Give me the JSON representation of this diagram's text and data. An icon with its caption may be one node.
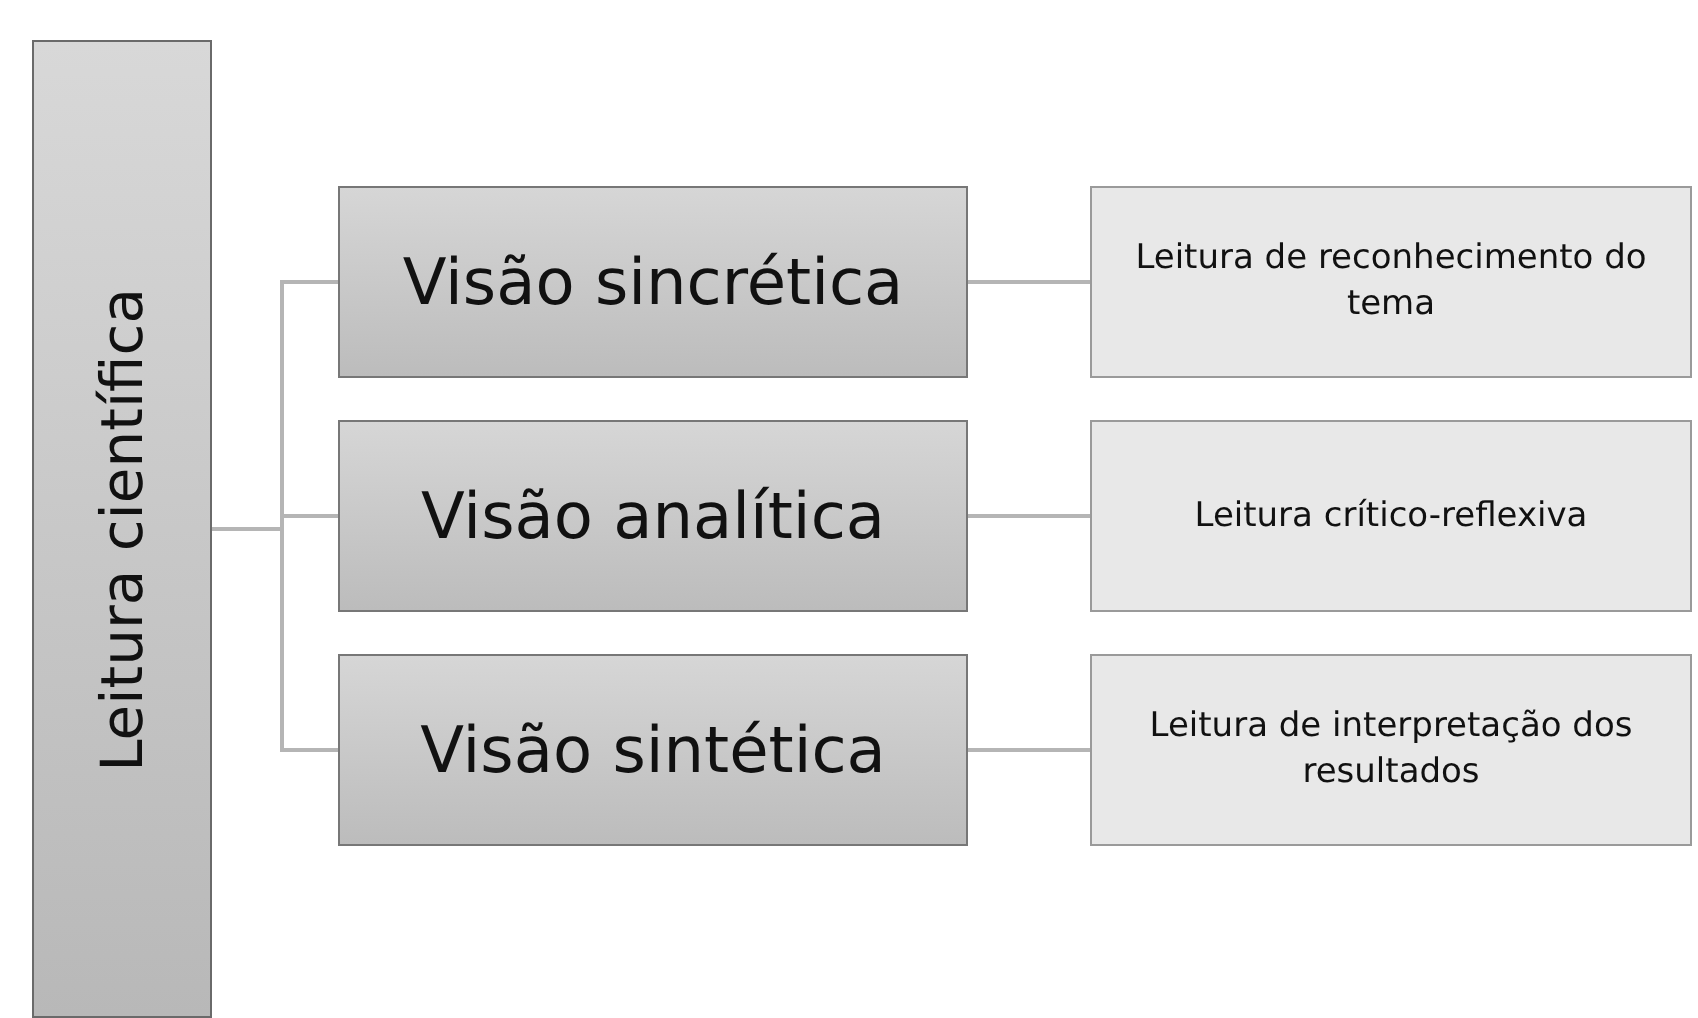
{
  "diagram": {
    "nodes": [
      {
        "text": [
          "Leitura científica"
        ]
      },
      {
        "text": [
          "Visão sincrética"
        ]
      },
      {
        "text": [
          "Leitura de reconhecimento do tema"
        ]
      },
      {
        "text": [
          "Visão analítica"
        ]
      },
      {
        "text": [
          "Leitura crítico-reflexiva"
        ]
      },
      {
        "text": [
          "Visão sintética"
        ]
      },
      {
        "text": [
          "Leitura de interpretação dos resultados"
        ]
      }
    ],
    "edges": [
      {
        "from": 0,
        "to": 1,
        "arrow": "none"
      },
      {
        "from": 0,
        "to": 3,
        "arrow": "none"
      },
      {
        "from": 0,
        "to": 5,
        "arrow": "none"
      },
      {
        "from": 1,
        "to": 2,
        "arrow": "none"
      },
      {
        "from": 3,
        "to": 4,
        "arrow": "none"
      },
      {
        "from": 5,
        "to": 6,
        "arrow": "none"
      }
    ]
  }
}
